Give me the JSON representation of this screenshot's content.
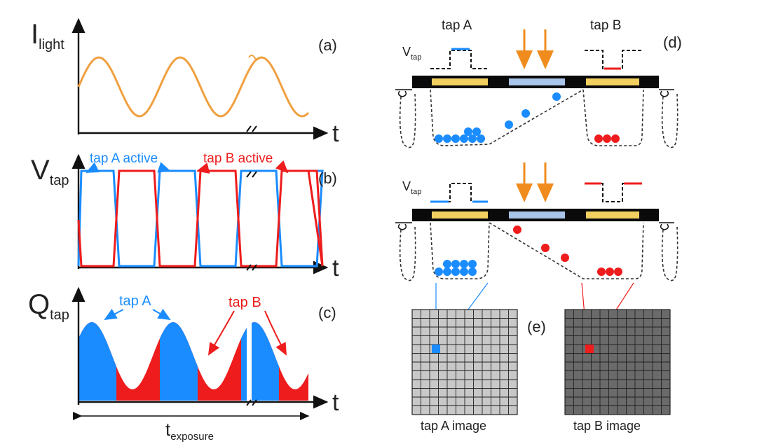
{
  "panel_a": {
    "letter": "(a)",
    "y_label_main": "I",
    "y_label_sub": "light",
    "x_label": "t"
  },
  "panel_b": {
    "letter": "(b)",
    "y_label_main": "V",
    "y_label_sub": "tap",
    "x_label": "t",
    "tap_a_label": "tap A active",
    "tap_b_label": "tap B active"
  },
  "panel_c": {
    "letter": "(c)",
    "y_label_main": "Q",
    "y_label_sub": "tap",
    "x_label": "t",
    "tap_a_label": "tap A",
    "tap_b_label": "tap B",
    "exposure_main": "t",
    "exposure_sub": "exposure"
  },
  "panel_d": {
    "letter": "(d)",
    "tap_a_label": "tap A",
    "tap_b_label": "tap B",
    "vtap_main": "V",
    "vtap_sub": "tap"
  },
  "panel_e": {
    "letter": "(e)",
    "tap_a_image_label": "tap A image",
    "tap_b_image_label": "tap B image"
  },
  "colors": {
    "light": "#f0a040",
    "tap_a": "#1a8cff",
    "tap_b": "#ee1c1c",
    "arrow": "#f08c1e",
    "gate": "#f2d060",
    "photogate": "#a8c4e8",
    "image_a_bg": "#c8c8c8",
    "image_b_bg": "#6a6a6a"
  }
}
